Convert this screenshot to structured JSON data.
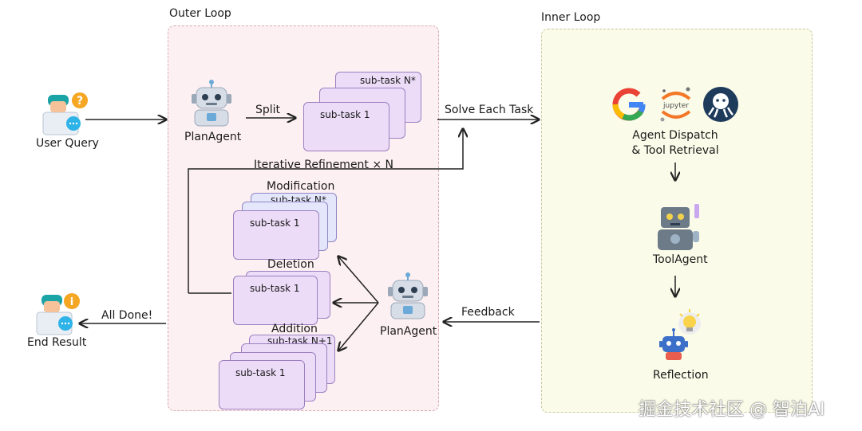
{
  "outer_loop": {
    "title": "Outer Loop",
    "plan_agent_top": "PlanAgent",
    "split": "Split",
    "subtask_first": "sub-task 1",
    "subtask_last": "sub-task N*",
    "iterative_refinement": "Iterative Refinement × N",
    "modification": "Modification",
    "deletion": "Deletion",
    "addition": "Addition",
    "subtask_new": "sub-task N+1",
    "plan_agent_bottom": "PlanAgent"
  },
  "inner_loop": {
    "title": "Inner Loop",
    "agent_dispatch_line1": "Agent Dispatch",
    "agent_dispatch_line2": "& Tool Retrieval",
    "tool_agent": "ToolAgent",
    "reflection": "Reflection",
    "jupyter_logo_text": "jupyter"
  },
  "flow": {
    "user_query": "User Query",
    "end_result": "End Result",
    "solve_each_task": "Solve Each Task",
    "feedback": "Feedback",
    "all_done": "All Done!"
  },
  "icons": {
    "user_question": "user-question-icon",
    "user_result": "user-info-icon",
    "robot": "robot-icon",
    "google": "google-icon",
    "jupyter": "jupyter-icon",
    "octopus": "octopus-icon",
    "lightbulb": "lightbulb-robot-icon"
  },
  "watermark": "掘金技术社区 @ 智泊AI",
  "colors": {
    "outer_bg": "#fdf0f2",
    "inner_bg": "#fbfbe9",
    "card_purple": "#ecdcf8",
    "card_blue": "#e4e6fb"
  }
}
